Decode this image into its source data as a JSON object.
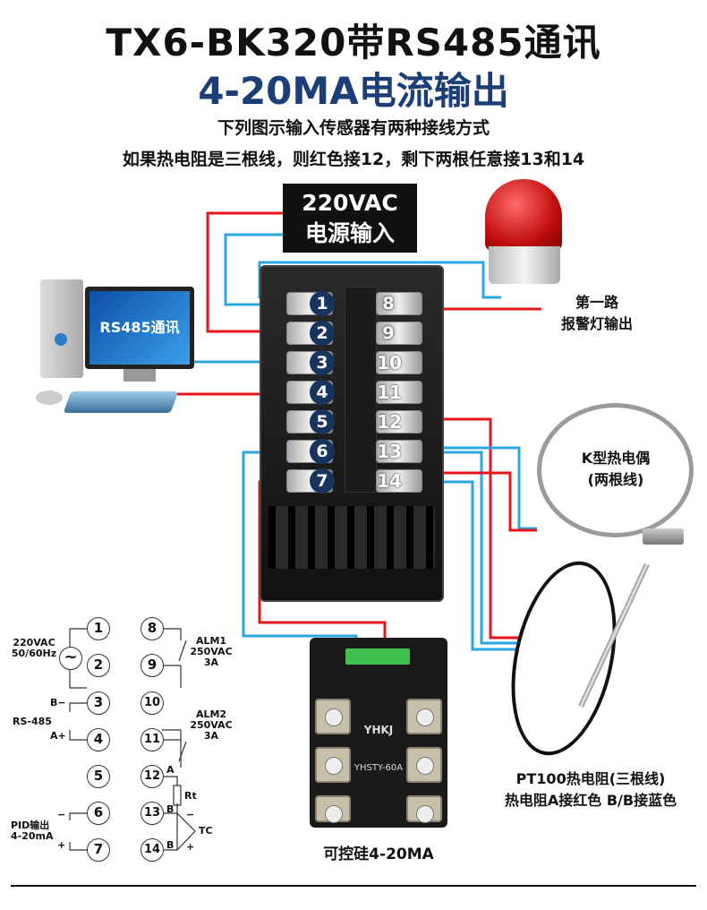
{
  "title": {
    "line1": "TX6-BK320带RS485通讯",
    "line2": "4-20MA电流输出",
    "line3": "下列图示输入传感器有两种接线方式",
    "line4": "如果热电阻是三根线，则红色接12，剩下两根任意接13和14"
  },
  "power_label": {
    "line1": "220VAC",
    "line2": "电源输入"
  },
  "computer": {
    "screen_label": "RS485通讯"
  },
  "alarm": {
    "line1": "第一路",
    "line2": "报警灯输出"
  },
  "thermocouple": {
    "line1": "K型热电偶",
    "line2": "(两根线)"
  },
  "pt100": {
    "line1": "PT100热电阻(三根线)",
    "line2": "热电阻A接红色 B/B接蓝色"
  },
  "scr": {
    "label": "可控硅4-20MA",
    "model": "YHSTY-60A",
    "brand": "YHKJ"
  },
  "terminals_left": [
    "1",
    "2",
    "3",
    "4",
    "5",
    "6",
    "7"
  ],
  "terminals_right": [
    "8",
    "9",
    "10",
    "11",
    "12",
    "13",
    "14"
  ],
  "schematic": {
    "power": {
      "line1": "220VAC",
      "line2": "50/60Hz",
      "symbol": "~"
    },
    "alm1": {
      "line1": "ALM1",
      "line2": "250VAC",
      "line3": "3A"
    },
    "alm2": {
      "line1": "ALM2",
      "line2": "250VAC",
      "line3": "3A"
    },
    "rs485": {
      "label": "RS-485",
      "b": "B−",
      "a": "A+"
    },
    "pid": {
      "line1": "PID输出",
      "line2": "4-20mA",
      "minus": "−",
      "plus": "+"
    },
    "sensor": {
      "a": "A",
      "b1": "B",
      "b2": "B",
      "rt": "Rt",
      "tc": "TC",
      "minus": "−",
      "plus": "+"
    }
  },
  "colors": {
    "title_blue": "#1b3d78",
    "wire_red": "#e8151b",
    "wire_blue": "#2aa7e0"
  }
}
